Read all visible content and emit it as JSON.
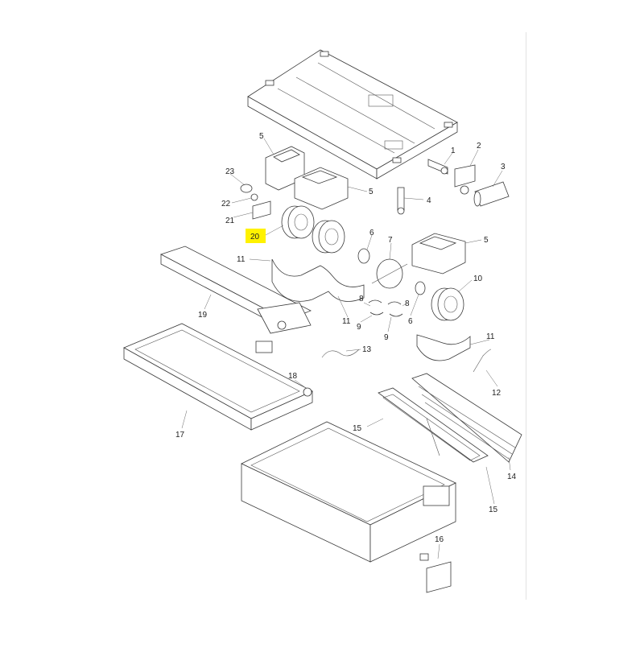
{
  "diagram": {
    "highlight_color": "#fff200",
    "callouts": [
      {
        "id": "c1",
        "text": "1"
      },
      {
        "id": "c2",
        "text": "2"
      },
      {
        "id": "c3",
        "text": "3"
      },
      {
        "id": "c4",
        "text": "4"
      },
      {
        "id": "c5a",
        "text": "5"
      },
      {
        "id": "c5b",
        "text": "5"
      },
      {
        "id": "c5c",
        "text": "5"
      },
      {
        "id": "c6a",
        "text": "6"
      },
      {
        "id": "c6b",
        "text": "6"
      },
      {
        "id": "c7",
        "text": "7"
      },
      {
        "id": "c8a",
        "text": "8"
      },
      {
        "id": "c8b",
        "text": "8"
      },
      {
        "id": "c9a",
        "text": "9"
      },
      {
        "id": "c9b",
        "text": "9"
      },
      {
        "id": "c10",
        "text": "10"
      },
      {
        "id": "c11a",
        "text": "11"
      },
      {
        "id": "c11b",
        "text": "11"
      },
      {
        "id": "c11c",
        "text": "11"
      },
      {
        "id": "c12",
        "text": "12"
      },
      {
        "id": "c13",
        "text": "13"
      },
      {
        "id": "c14",
        "text": "14"
      },
      {
        "id": "c15a",
        "text": "15"
      },
      {
        "id": "c15b",
        "text": "15"
      },
      {
        "id": "c16",
        "text": "16"
      },
      {
        "id": "c17",
        "text": "17"
      },
      {
        "id": "c18",
        "text": "18"
      },
      {
        "id": "c19",
        "text": "19"
      },
      {
        "id": "c20",
        "text": "20",
        "highlighted": true
      },
      {
        "id": "c21",
        "text": "21"
      },
      {
        "id": "c22",
        "text": "22"
      },
      {
        "id": "c23",
        "text": "23"
      }
    ]
  }
}
